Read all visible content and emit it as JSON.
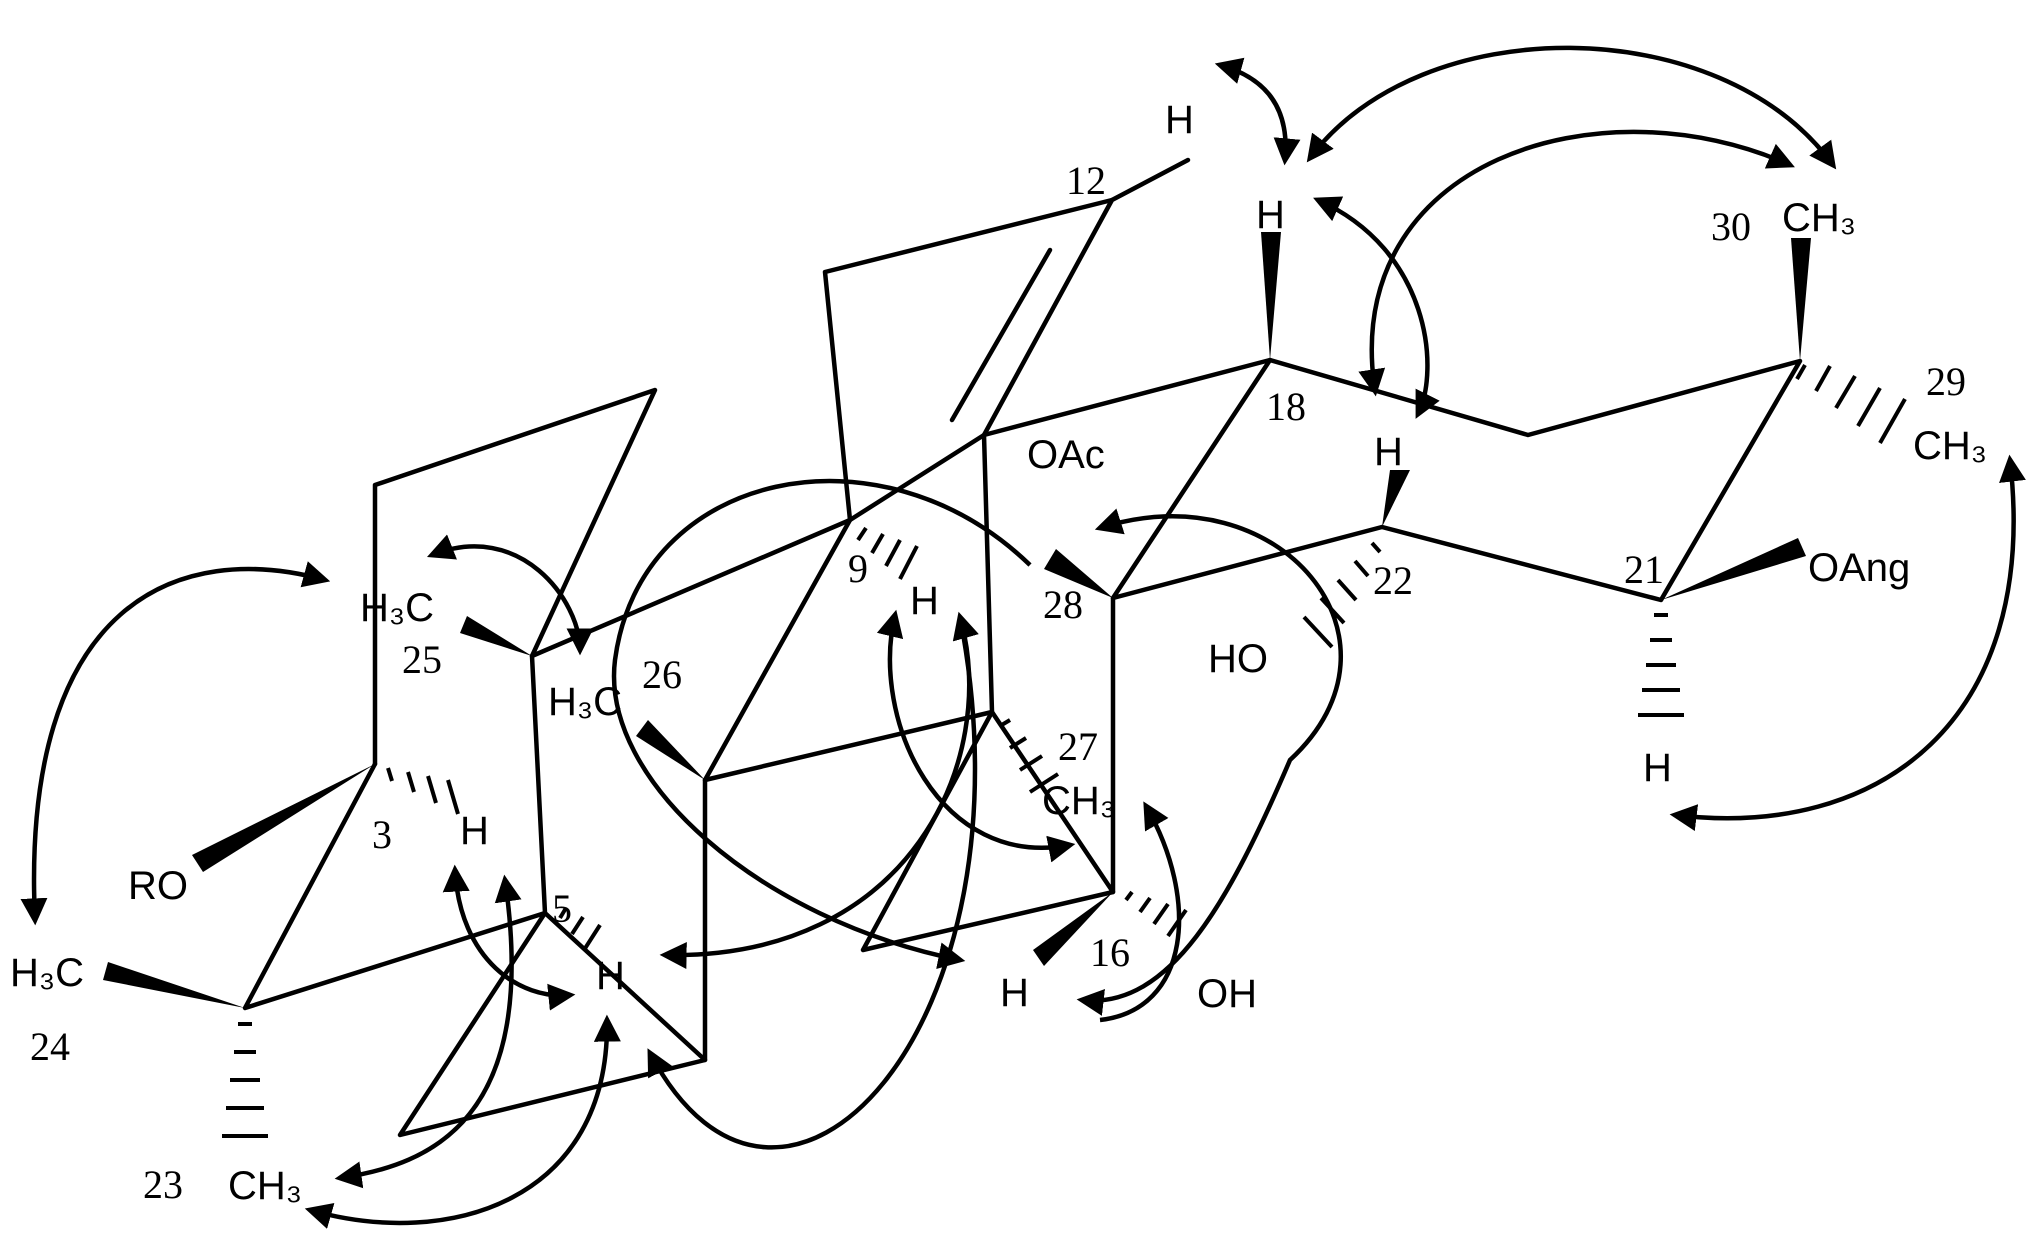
{
  "figure": {
    "atom_labels": {
      "h_12": "H",
      "h_18": "H",
      "h_22": "H",
      "h_9": "H",
      "h_3": "H",
      "h_5": "H",
      "h_16": "H",
      "h_21": "H",
      "ch3_30": "CH₃",
      "ch3_29": "CH₃",
      "oac": "OAc",
      "oang": "OAng",
      "ho_22": "HO",
      "oh_16": "OH",
      "ch3_25": "H₃C",
      "ch3_26": "H₃C",
      "ch3_27": "CH₃",
      "ro": "RO",
      "ch3_24": "H₃C",
      "ch3_23": "CH₃"
    },
    "carbon_numbers": {
      "c12": "12",
      "c30": "30",
      "c18": "18",
      "c29": "29",
      "c28": "28",
      "c22": "22",
      "c21": "21",
      "c9": "9",
      "c25": "25",
      "c26": "26",
      "c27": "27",
      "c3": "3",
      "c5": "5",
      "c16": "16",
      "c24": "24",
      "c23": "23"
    }
  }
}
